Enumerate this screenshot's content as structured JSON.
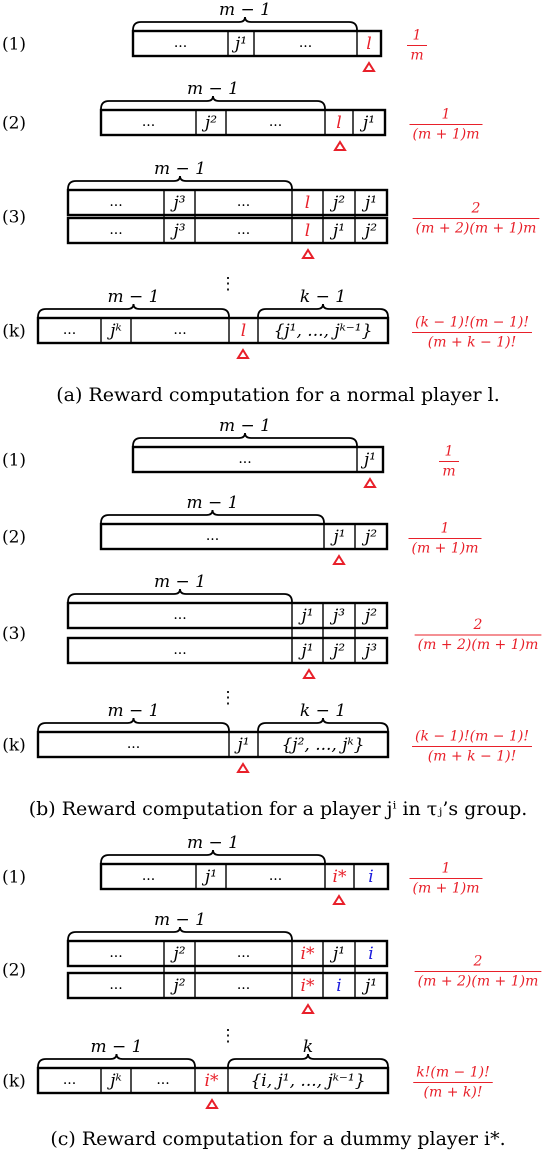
{
  "colors": {
    "ink": "#000000",
    "accent": "#e8202a",
    "blue": "#1a1adc"
  },
  "vdots": "⋮",
  "sections": [
    {
      "caption": "(a) Reward computation for a normal player l.",
      "rows": [
        {
          "label": "(1)",
          "brace_labels": [
            "m − 1"
          ],
          "cells": [
            [
              "...",
              "j¹",
              "...",
              "l"
            ]
          ],
          "fraction": {
            "num": "1",
            "den": "m"
          }
        },
        {
          "label": "(2)",
          "brace_labels": [
            "m − 1"
          ],
          "cells": [
            [
              "...",
              "j²",
              "...",
              "l",
              "j¹"
            ]
          ],
          "fraction": {
            "num": "1",
            "den": "(m + 1)m"
          }
        },
        {
          "label": "(3)",
          "brace_labels": [
            "m − 1"
          ],
          "cells": [
            [
              "...",
              "j³",
              "...",
              "l",
              "j²",
              "j¹"
            ],
            [
              "...",
              "j³",
              "...",
              "l",
              "j¹",
              "j²"
            ]
          ],
          "fraction": {
            "num": "2",
            "den": "(m + 2)(m + 1)m"
          }
        },
        {
          "label": "(k)",
          "brace_labels": [
            "m − 1",
            "k − 1"
          ],
          "cells": [
            [
              "...",
              "jᵏ",
              "...",
              "l",
              "{j¹, ..., jᵏ⁻¹}"
            ]
          ],
          "fraction": {
            "num": "(k − 1)!(m − 1)!",
            "den": "(m + k − 1)!"
          }
        }
      ]
    },
    {
      "caption": "(b) Reward computation for a player jⁱ in τⱼ’s group.",
      "rows": [
        {
          "label": "(1)",
          "brace_labels": [
            "m − 1"
          ],
          "cells": [
            [
              "...",
              "j¹"
            ]
          ],
          "fraction": {
            "num": "1",
            "den": "m"
          }
        },
        {
          "label": "(2)",
          "brace_labels": [
            "m − 1"
          ],
          "cells": [
            [
              "...",
              "j¹",
              "j²"
            ]
          ],
          "fraction": {
            "num": "1",
            "den": "(m + 1)m"
          }
        },
        {
          "label": "(3)",
          "brace_labels": [
            "m − 1"
          ],
          "cells": [
            [
              "...",
              "j¹",
              "j³",
              "j²"
            ],
            [
              "...",
              "j¹",
              "j²",
              "j³"
            ]
          ],
          "fraction": {
            "num": "2",
            "den": "(m + 2)(m + 1)m"
          }
        },
        {
          "label": "(k)",
          "brace_labels": [
            "m − 1",
            "k − 1"
          ],
          "cells": [
            [
              "...",
              "j¹",
              "{j², ..., jᵏ}"
            ]
          ],
          "fraction": {
            "num": "(k − 1)!(m − 1)!",
            "den": "(m + k − 1)!"
          }
        }
      ]
    },
    {
      "caption": "(c) Reward computation for a dummy player i*.",
      "rows": [
        {
          "label": "(1)",
          "brace_labels": [
            "m − 1"
          ],
          "cells": [
            [
              "...",
              "j¹",
              "...",
              "i*",
              "i"
            ]
          ],
          "fraction": {
            "num": "1",
            "den": "(m + 1)m"
          }
        },
        {
          "label": "(2)",
          "brace_labels": [
            "m − 1"
          ],
          "cells": [
            [
              "...",
              "j²",
              "...",
              "i*",
              "j¹",
              "i"
            ],
            [
              "...",
              "j²",
              "...",
              "i*",
              "i",
              "j¹"
            ]
          ],
          "fraction": {
            "num": "2",
            "den": "(m + 2)(m + 1)m"
          }
        },
        {
          "label": "(k)",
          "brace_labels": [
            "m − 1",
            "k"
          ],
          "cells": [
            [
              "...",
              "jᵏ",
              "...",
              "i*",
              "{i, j¹, ..., jᵏ⁻¹}"
            ]
          ],
          "fraction": {
            "num": "k!(m − 1)!",
            "den": "(m + k)!"
          }
        }
      ]
    }
  ]
}
